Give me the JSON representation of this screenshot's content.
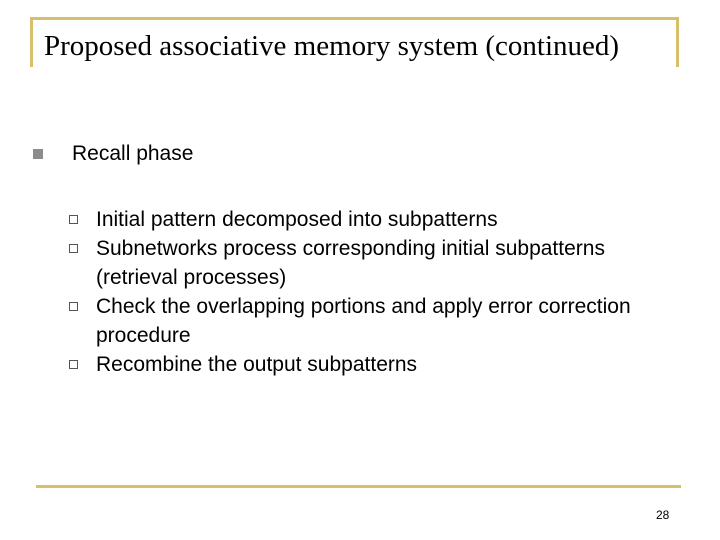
{
  "slide": {
    "title": "Proposed associative memory system (continued)",
    "bullet": {
      "text": "Recall phase",
      "sub_items": [
        {
          "text": "Initial pattern decomposed into subpatterns"
        },
        {
          "text": "Subnetworks process corresponding initial subpatterns (retrieval processes)"
        },
        {
          "text": "Check the overlapping portions and apply error correction procedure"
        },
        {
          "text": "Recombine the output subpatterns"
        }
      ]
    },
    "page_number": "28"
  },
  "colors": {
    "accent_rule": "#d8c06a",
    "bullet_square": "#8c8c8c",
    "text": "#000000",
    "background": "#ffffff"
  }
}
